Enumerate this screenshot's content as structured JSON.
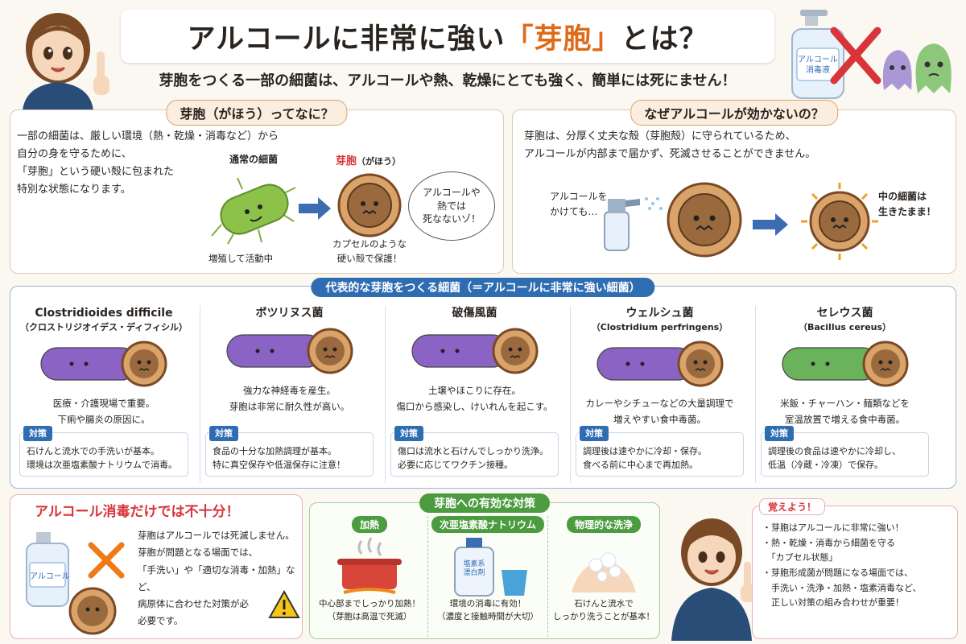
{
  "header": {
    "title_pre": "アルコールに非常に強い",
    "title_hl": "「芽胞」",
    "title_post": "とは？",
    "subtitle": "芽胞をつくる一部の細菌は、アルコールや熱、乾燥にとても強く、簡単には死にません！",
    "bottle_label": "アルコール\n消毒液"
  },
  "what": {
    "title": "芽胞（がほう）ってなに？",
    "body": "一部の細菌は、厳しい環境（熱・乾燥・消毒など）から\n自分の身を守るために、\n「芽胞」という硬い殻に包まれた\n特別な状態になります。",
    "normal_label": "通常の細菌",
    "spore_label": "芽胞",
    "spore_reading": "（がほう）",
    "active_label": "増殖して活動中",
    "capsule_label": "カプセルのような\n硬い殻で保護！",
    "bubble": "アルコールや\n熱では\n死なないゾ！"
  },
  "why": {
    "title": "なぜアルコールが効かないの？",
    "body": "芽胞は、分厚く丈夫な殻（芽胞殻）に守られているため、\nアルコールが内部まで届かず、死滅させることができません。",
    "spray_label": "アルコールを\nかけても…",
    "alive_label": "中の細菌は\n生きたまま！"
  },
  "bacteria_section": {
    "title": "代表的な芽胞をつくる細菌（＝アルコールに非常に強い細菌）",
    "measure_tag": "対策",
    "cards": [
      {
        "name": "Clostridioides difficile",
        "sub": "（クロストリジオイデス・ディフィシル）",
        "desc": "医療・介護現場で重要。\n下痢や腸炎の原因に。",
        "measure": "石けんと流水での手洗いが基本。\n環境は次亜塩素酸ナトリウムで消毒。",
        "color": "#8a63c4"
      },
      {
        "name": "ボツリヌス菌",
        "sub": "",
        "desc": "強力な神経毒を産生。\n芽胞は非常に耐久性が高い。",
        "measure": "食品の十分な加熱調理が基本。\n特に真空保存や低温保存に注意！",
        "color": "#8a63c4"
      },
      {
        "name": "破傷風菌",
        "sub": "",
        "desc": "土壌やほこりに存在。\n傷口から感染し、けいれんを起こす。",
        "measure": "傷口は流水と石けんでしっかり洗浄。\n必要に応じてワクチン接種。",
        "color": "#8a63c4"
      },
      {
        "name": "ウェルシュ菌",
        "sub": "（Clostridium perfringens）",
        "desc": "カレーやシチューなどの大量調理で\n増えやすい食中毒菌。",
        "measure": "調理後は速やかに冷却・保存。\n食べる前に中心まで再加熱。",
        "color": "#8a63c4"
      },
      {
        "name": "セレウス菌",
        "sub": "（Bacillus cereus）",
        "desc": "米飯・チャーハン・麺類などを\n室温放置で増える食中毒菌。",
        "measure": "調理後の食品は速やかに冷却し、\n低温（冷蔵・冷凍）で保存。",
        "color": "#6bb35a"
      }
    ]
  },
  "not_enough": {
    "title": "アルコール消毒だけでは不十分！",
    "body": "芽胞はアルコールでは死滅しません。\n芽胞が問題となる場面では、\n「手洗い」や「適切な消毒・加熱」など、\n病原体に合わせた対策が必\n必要です。",
    "bottle_label": "アルコール"
  },
  "effective": {
    "title": "芽胞への有効な対策",
    "items": [
      {
        "tag": "加熱",
        "caption": "中心部までしっかり加熱！\n（芽胞は高温で死滅）"
      },
      {
        "tag": "次亜塩素酸ナトリウム",
        "caption": "環境の消毒に有効！\n（濃度と接触時間が大切）",
        "bottle": "塩素系\n漂白剤"
      },
      {
        "tag": "物理的な洗浄",
        "caption": "石けんと流水で\nしっかり洗うことが基本！"
      }
    ]
  },
  "remember": {
    "title": "覚えよう！",
    "points": [
      "・芽胞はアルコールに非常に強い！",
      "・熱・乾燥・消毒から細菌を守る\n　「カプセル状態」",
      "・芽胞形成菌が問題になる場面では、\n　手洗い・洗浄・加熱・塩素消毒など、\n　正しい対策の組み合わせが重要！"
    ]
  },
  "colors": {
    "accent": "#e06a1a",
    "blue": "#2f6db3",
    "green": "#4b9b3f",
    "red": "#d9343a"
  }
}
